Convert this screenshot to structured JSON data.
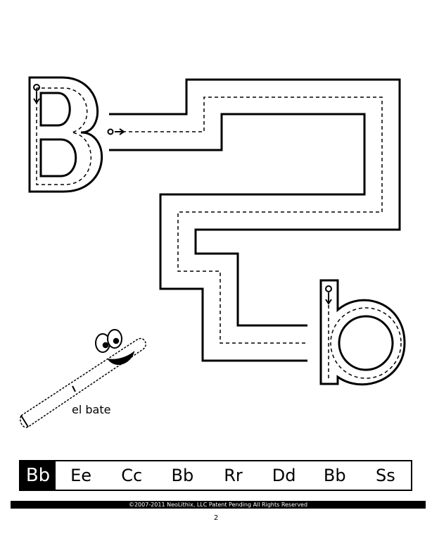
{
  "caption": "el bate",
  "letter_strip": [
    {
      "text": "Bb",
      "highlight": true
    },
    {
      "text": "Ee",
      "highlight": false
    },
    {
      "text": "Cc",
      "highlight": false
    },
    {
      "text": "Bb",
      "highlight": false
    },
    {
      "text": "Rr",
      "highlight": false
    },
    {
      "text": "Dd",
      "highlight": false
    },
    {
      "text": "Bb",
      "highlight": false
    },
    {
      "text": "Ss",
      "highlight": false
    }
  ],
  "footer": {
    "copyright": "©2007-2011 NeoLithix, LLC  Patent Pending  All Rights Reserved",
    "page_number": "2"
  },
  "icons": [
    "uppercase-B-tracing-icon",
    "lowercase-b-tracing-icon",
    "baseball-bat-character-icon",
    "maze-path-icon"
  ]
}
